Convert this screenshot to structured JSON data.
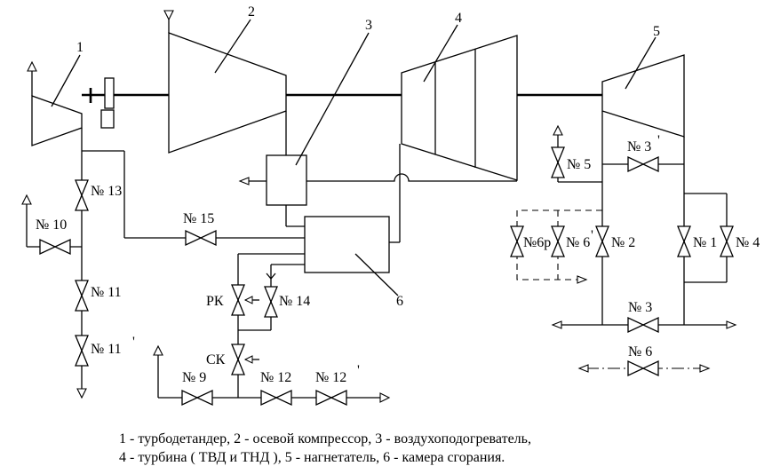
{
  "numbers": {
    "n1": "1",
    "n2": "2",
    "n3": "3",
    "n4": "4",
    "n5": "5",
    "n6": "6"
  },
  "valves": {
    "v13": "№ 13",
    "v10": "№ 10",
    "v11": "№ 11",
    "v11p": "№ 11",
    "v15": "№ 15",
    "v14": "№ 14",
    "rk": "РК",
    "sk": "СК",
    "v9": "№ 9",
    "v12": "№ 12",
    "v12p": "№ 12",
    "v5": "№ 5",
    "v3p": "№ 3",
    "v6r": "№6р",
    "v6p": "№ 6",
    "v2": "№ 2",
    "v1": "№ 1",
    "v4": "№ 4",
    "v3": "№ 3",
    "v6": "№ 6",
    "prime": "'"
  },
  "caption": {
    "line1": "1 - турбодетандер, 2 - осевой компрессор, 3 - воздухоподогреватель,",
    "line2": "4 - турбина ( ТВД и ТНД ), 5 - нагнетатель, 6 - камера сгорания."
  }
}
